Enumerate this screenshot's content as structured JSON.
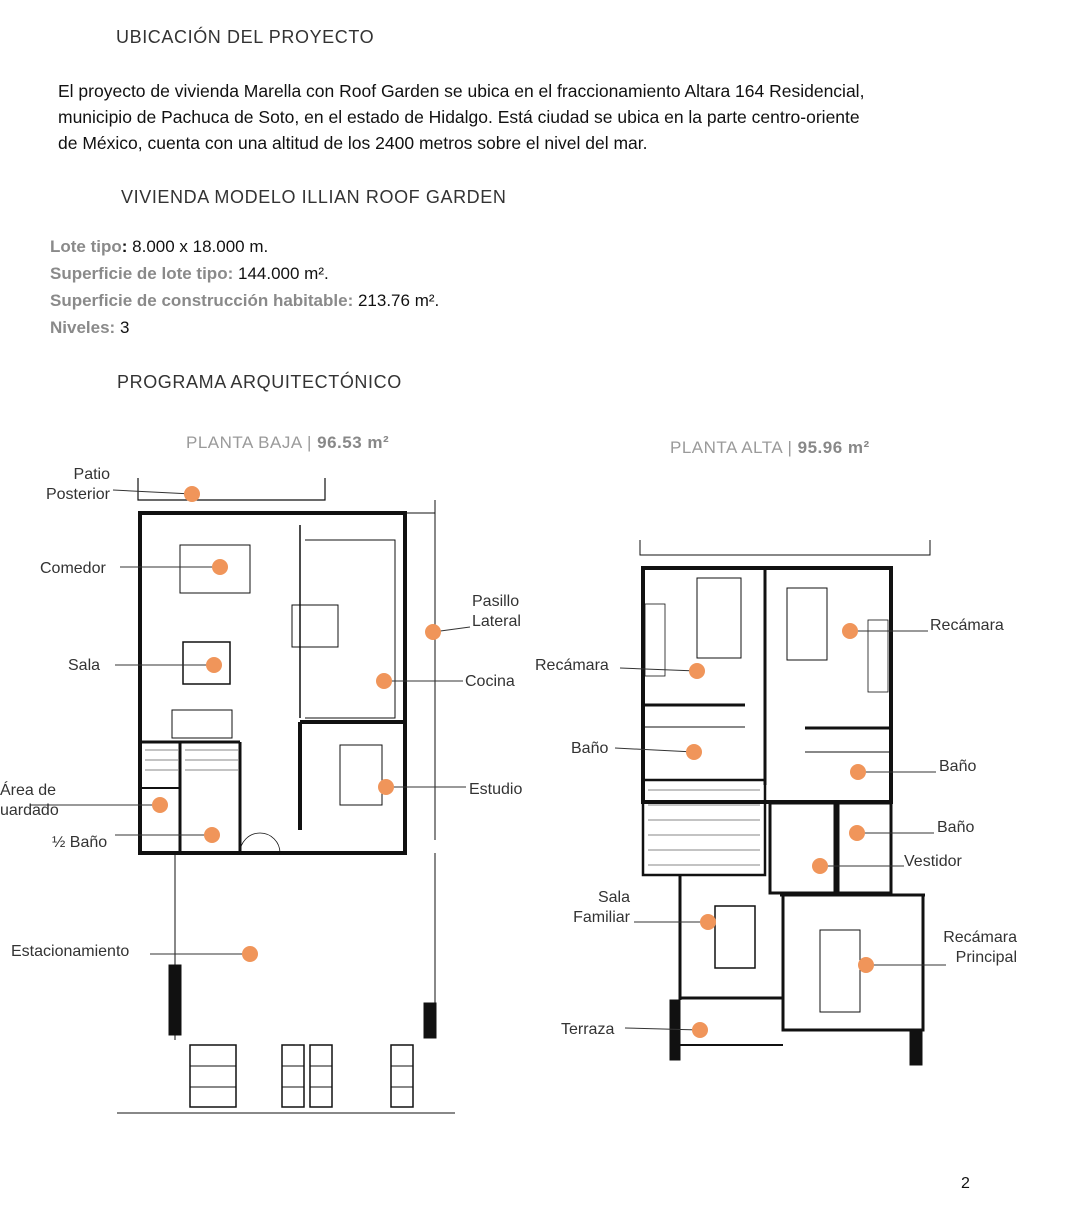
{
  "headings": {
    "ubicacion": "UBICACIÓN DEL PROYECTO",
    "vivienda": "VIVIENDA MODELO ILLIAN ROOF GARDEN",
    "programa": "PROGRAMA ARQUITECTÓNICO"
  },
  "paragraph": {
    "line1": "El proyecto de vivienda Marella con Roof Garden se ubica en el fraccionamiento Altara 164 Residencial,",
    "line2": "municipio de Pachuca de Soto, en el estado de Hidalgo. Está ciudad se ubica en la parte centro-oriente",
    "line3": "de México, cuenta con una altitud de los 2400 metros sobre el nivel del mar."
  },
  "specs": [
    {
      "label": "Lote tipo",
      "sep": ": ",
      "value": "8.000 x 18.000 m."
    },
    {
      "label": "Superficie de lote tipo",
      "sep": ": ",
      "value": "144.000 m²."
    },
    {
      "label": "Superficie de construcción habitable",
      "sep": ": ",
      "value": "213.76 m²."
    },
    {
      "label": "Niveles",
      "sep": ": ",
      "value": "3"
    }
  ],
  "plans": {
    "baja": {
      "name": "PLANTA BAJA | ",
      "area": "96.53 m²"
    },
    "alta": {
      "name": "PLANTA ALTA | ",
      "area": "95.96 m²"
    }
  },
  "labels_baja": {
    "patio_line1": "Patio",
    "patio_line2": "Posterior",
    "comedor": "Comedor",
    "sala": "Sala",
    "area_line1": "Área de",
    "area_line2": "uardado",
    "medio_bano": "½ Baño",
    "pasillo_line1": "Pasillo",
    "pasillo_line2": "Lateral",
    "cocina": "Cocina",
    "estudio": "Estudio",
    "estacionamiento": "Estacionamiento"
  },
  "labels_alta": {
    "recamara_left": "Recámara",
    "bano_left": "Baño",
    "sala_line1": "Sala",
    "sala_line2": "Familiar",
    "terraza": "Terraza",
    "recamara_right": "Recámara",
    "bano_right1": "Baño",
    "bano_right2": "Baño",
    "vestidor": "Vestidor",
    "rec_principal_line1": "Recámara",
    "rec_principal_line2": "Principal"
  },
  "page_number": "2",
  "colors": {
    "marker": "#f0955a",
    "wall": "#111111",
    "label_grey": "#8a8a8a"
  }
}
